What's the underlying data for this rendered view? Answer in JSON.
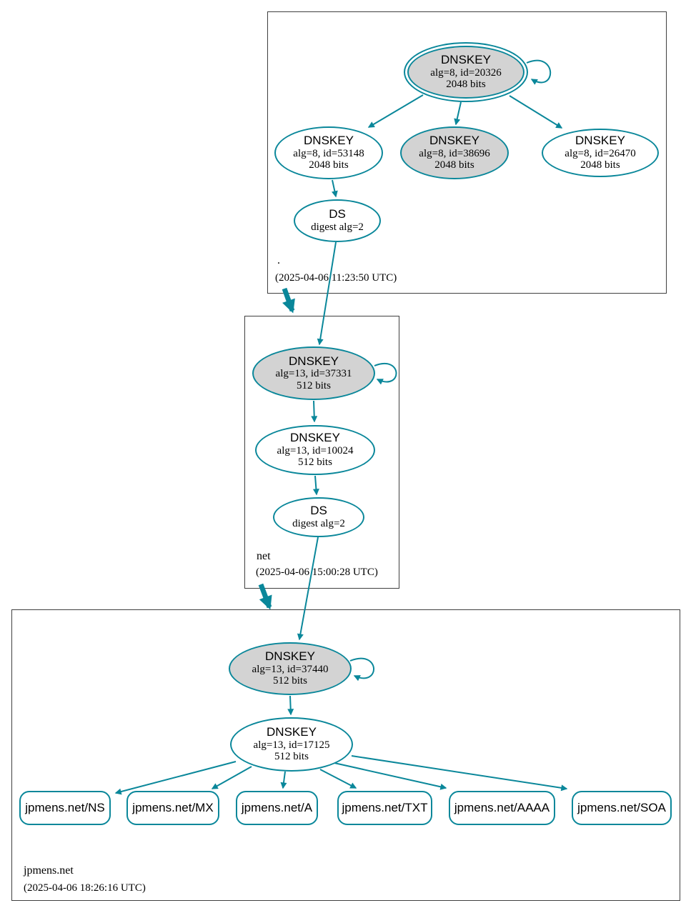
{
  "diagram": {
    "kind": "DNSSEC authentication chain",
    "accent_color": "#0a879a",
    "sep_key_fill_color": "#d3d3d3",
    "node_fill_color": "#ffffff",
    "cluster_border_color": "#3f3f3f"
  },
  "zones": [
    {
      "name": ".",
      "timestamp": "(2025-04-06 11:23:50 UTC)",
      "nodes": {
        "ksk": {
          "type": "DNSKEY",
          "detail": "alg=8, id=20326",
          "bits": "2048 bits"
        },
        "zsk_left": {
          "type": "DNSKEY",
          "detail": "alg=8, id=53148",
          "bits": "2048 bits"
        },
        "zsk_mid": {
          "type": "DNSKEY",
          "detail": "alg=8, id=38696",
          "bits": "2048 bits"
        },
        "zsk_right": {
          "type": "DNSKEY",
          "detail": "alg=8, id=26470",
          "bits": "2048 bits"
        },
        "ds": {
          "type": "DS",
          "detail": "digest alg=2"
        }
      }
    },
    {
      "name": "net",
      "timestamp": "(2025-04-06 15:00:28 UTC)",
      "nodes": {
        "ksk": {
          "type": "DNSKEY",
          "detail": "alg=13, id=37331",
          "bits": "512 bits"
        },
        "zsk": {
          "type": "DNSKEY",
          "detail": "alg=13, id=10024",
          "bits": "512 bits"
        },
        "ds": {
          "type": "DS",
          "detail": "digest alg=2"
        }
      }
    },
    {
      "name": "jpmens.net",
      "timestamp": "(2025-04-06 18:26:16 UTC)",
      "nodes": {
        "ksk": {
          "type": "DNSKEY",
          "detail": "alg=13, id=37440",
          "bits": "512 bits"
        },
        "zsk": {
          "type": "DNSKEY",
          "detail": "alg=13, id=17125",
          "bits": "512 bits"
        }
      },
      "rrsets": [
        "jpmens.net/NS",
        "jpmens.net/MX",
        "jpmens.net/A",
        "jpmens.net/TXT",
        "jpmens.net/AAAA",
        "jpmens.net/SOA"
      ]
    }
  ]
}
